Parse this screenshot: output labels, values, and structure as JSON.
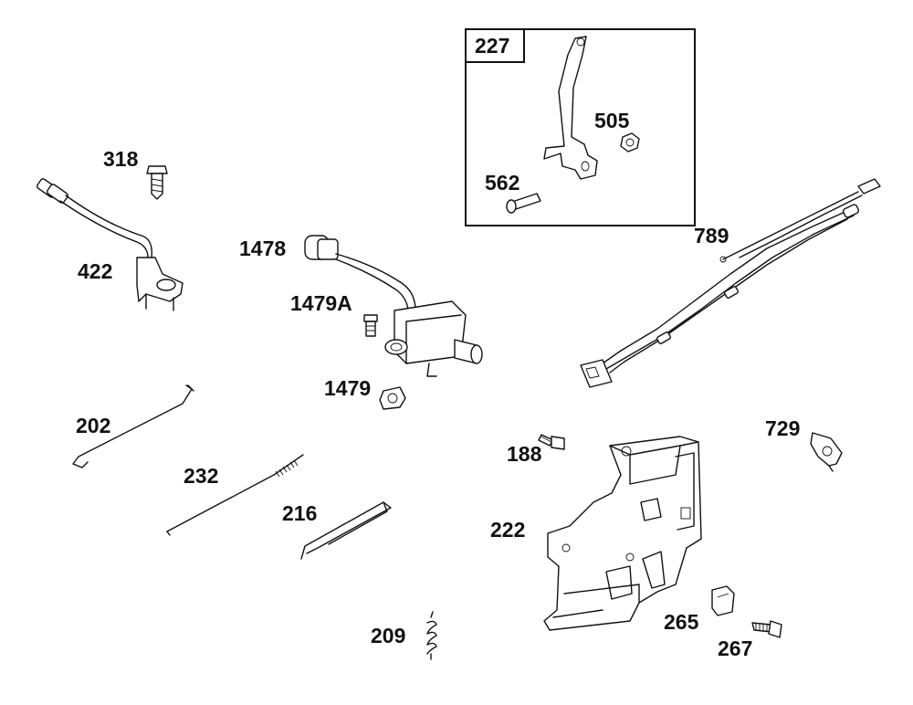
{
  "diagram": {
    "inset_label": "227",
    "labels": {
      "p318": "318",
      "p422": "422",
      "p1478": "1478",
      "p1479a": "1479A",
      "p1479": "1479",
      "p202": "202",
      "p232": "232",
      "p216": "216",
      "p209": "209",
      "p505": "505",
      "p562": "562",
      "p789": "789",
      "p188": "188",
      "p222": "222",
      "p729": "729",
      "p265": "265",
      "p267": "267"
    }
  }
}
